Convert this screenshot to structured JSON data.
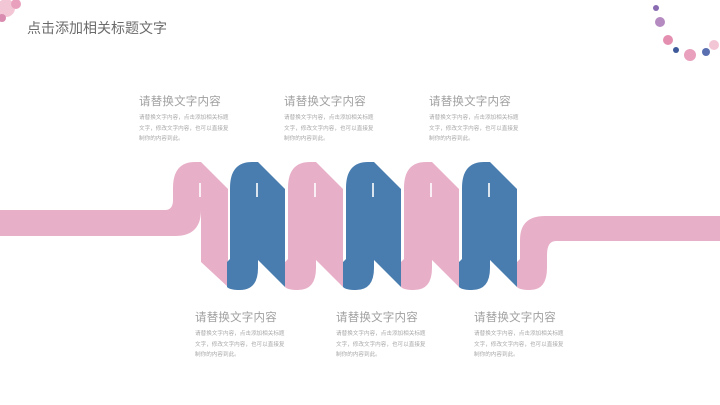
{
  "header": {
    "title": "点击添加相关标题文字"
  },
  "colors": {
    "pink": "#E8B0C8",
    "blue": "#497DB0"
  },
  "top_items": [
    {
      "title": "请替换文字内容",
      "body": "请替换文字内容，点击添加相关标题文字，修改文字内容，也可以直接复制你的内容到此。"
    },
    {
      "title": "请替换文字内容",
      "body": "请替换文字内容，点击添加相关标题文字，修改文字内容，也可以直接复制你的内容到此。"
    },
    {
      "title": "请替换文字内容",
      "body": "请替换文字内容，点击添加相关标题文字，修改文字内容，也可以直接复制你的内容到此。"
    }
  ],
  "bottom_items": [
    {
      "title": "请替换文字内容",
      "body": "请替换文字内容，点击添加相关标题文字，修改文字内容，也可以直接复制你的内容到此。"
    },
    {
      "title": "请替换文字内容",
      "body": "请替换文字内容，点击添加相关标题文字，修改文字内容，也可以直接复制你的内容到此。"
    },
    {
      "title": "请替换文字内容",
      "body": "请替换文字内容，点击添加相关标题文字，修改文字内容，也可以直接复制你的内容到此。"
    }
  ]
}
